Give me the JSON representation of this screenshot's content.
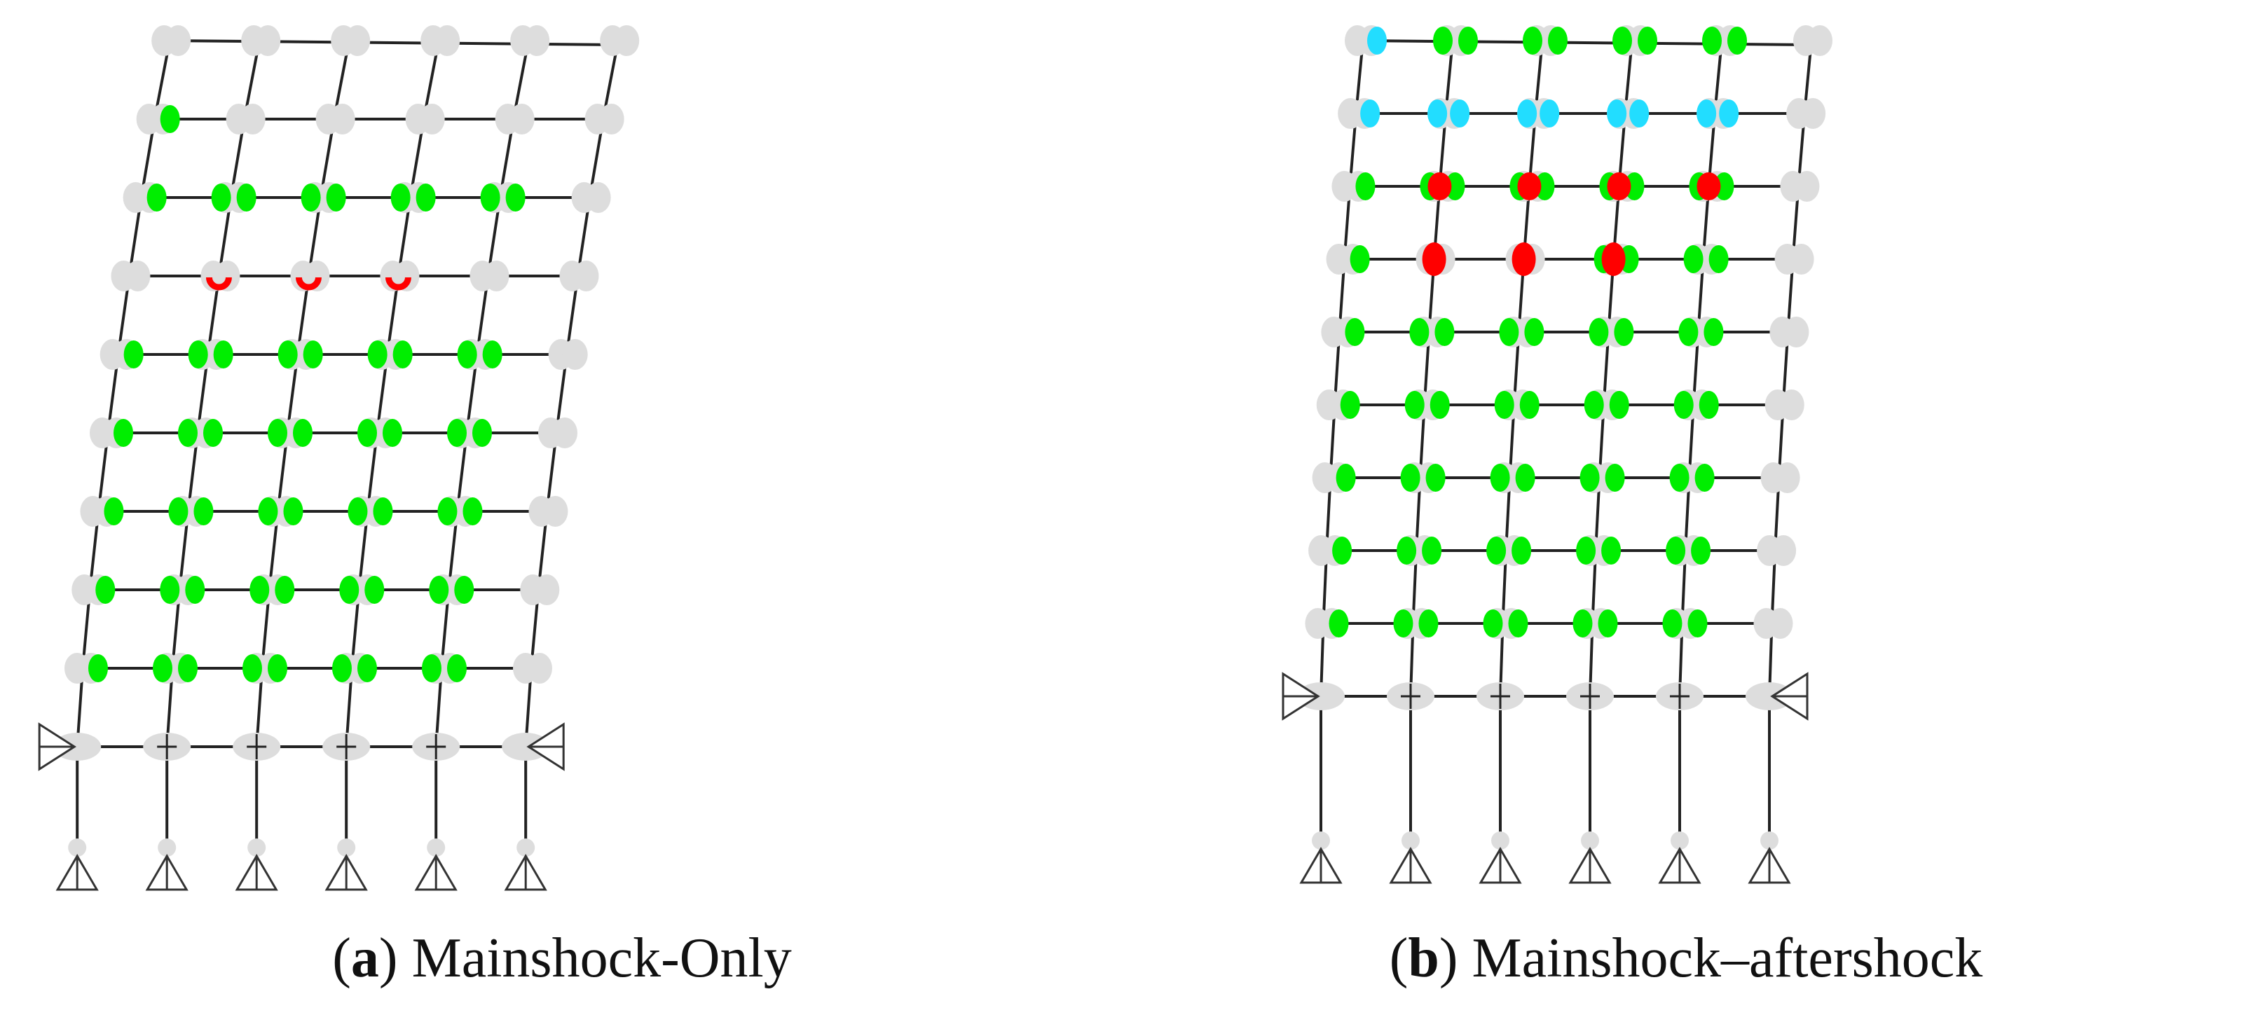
{
  "colors": {
    "member": "#222222",
    "hinge_unyielded": "#dddddd",
    "hinge_io": "#00ee00",
    "hinge_ls": "#22ddff",
    "hinge_cp": "#ff0000",
    "support": "#333333"
  },
  "panels": [
    {
      "id": "a",
      "caption": {
        "label": "a",
        "text": "Mainshock-Only"
      },
      "frame": {
        "drift_roof": 132,
        "red_beams": {
          "row": 3,
          "cols": [
            1,
            2,
            3
          ],
          "style": "cup"
        },
        "green_beams": [
          [
            1,
            0
          ],
          [
            2,
            0
          ],
          [
            2,
            1
          ],
          [
            2,
            2
          ],
          [
            2,
            3
          ],
          [
            2,
            4
          ],
          [
            4,
            0
          ],
          [
            4,
            1
          ],
          [
            4,
            2
          ],
          [
            4,
            3
          ],
          [
            4,
            4
          ],
          [
            5,
            0
          ],
          [
            5,
            1
          ],
          [
            5,
            2
          ],
          [
            5,
            3
          ],
          [
            5,
            4
          ],
          [
            6,
            0
          ],
          [
            6,
            1
          ],
          [
            6,
            2
          ],
          [
            6,
            3
          ],
          [
            6,
            4
          ],
          [
            7,
            0
          ],
          [
            7,
            1
          ],
          [
            7,
            2
          ],
          [
            7,
            3
          ],
          [
            7,
            4
          ],
          [
            8,
            0
          ],
          [
            8,
            1
          ],
          [
            8,
            2
          ],
          [
            8,
            3
          ],
          [
            8,
            4
          ]
        ],
        "cyan_beams": []
      }
    },
    {
      "id": "b",
      "caption": {
        "label": "b",
        "text": "Mainshock–aftershock"
      },
      "frame": {
        "drift_roof": 60,
        "red_beams": {
          "row": 2,
          "cols": [
            1,
            2,
            3,
            4
          ],
          "style": "dot",
          "row2": 3,
          "cols2": [
            1,
            2,
            3
          ]
        },
        "green_beams": [
          [
            0,
            1
          ],
          [
            0,
            2
          ],
          [
            0,
            3
          ],
          [
            0,
            4
          ],
          [
            2,
            0
          ],
          [
            2,
            1
          ],
          [
            2,
            2
          ],
          [
            2,
            3
          ],
          [
            2,
            4
          ],
          [
            3,
            0
          ],
          [
            3,
            3
          ],
          [
            3,
            4
          ],
          [
            4,
            0
          ],
          [
            4,
            1
          ],
          [
            4,
            2
          ],
          [
            4,
            3
          ],
          [
            4,
            4
          ],
          [
            5,
            0
          ],
          [
            5,
            1
          ],
          [
            5,
            2
          ],
          [
            5,
            3
          ],
          [
            5,
            4
          ],
          [
            6,
            0
          ],
          [
            6,
            1
          ],
          [
            6,
            2
          ],
          [
            6,
            3
          ],
          [
            6,
            4
          ],
          [
            7,
            0
          ],
          [
            7,
            1
          ],
          [
            7,
            2
          ],
          [
            7,
            3
          ],
          [
            7,
            4
          ],
          [
            8,
            0
          ],
          [
            8,
            1
          ],
          [
            8,
            2
          ],
          [
            8,
            3
          ],
          [
            8,
            4
          ]
        ],
        "cyan_beams": [
          [
            0,
            0
          ],
          [
            1,
            0
          ],
          [
            1,
            1
          ],
          [
            1,
            2
          ],
          [
            1,
            3
          ],
          [
            1,
            4
          ]
        ]
      }
    }
  ]
}
